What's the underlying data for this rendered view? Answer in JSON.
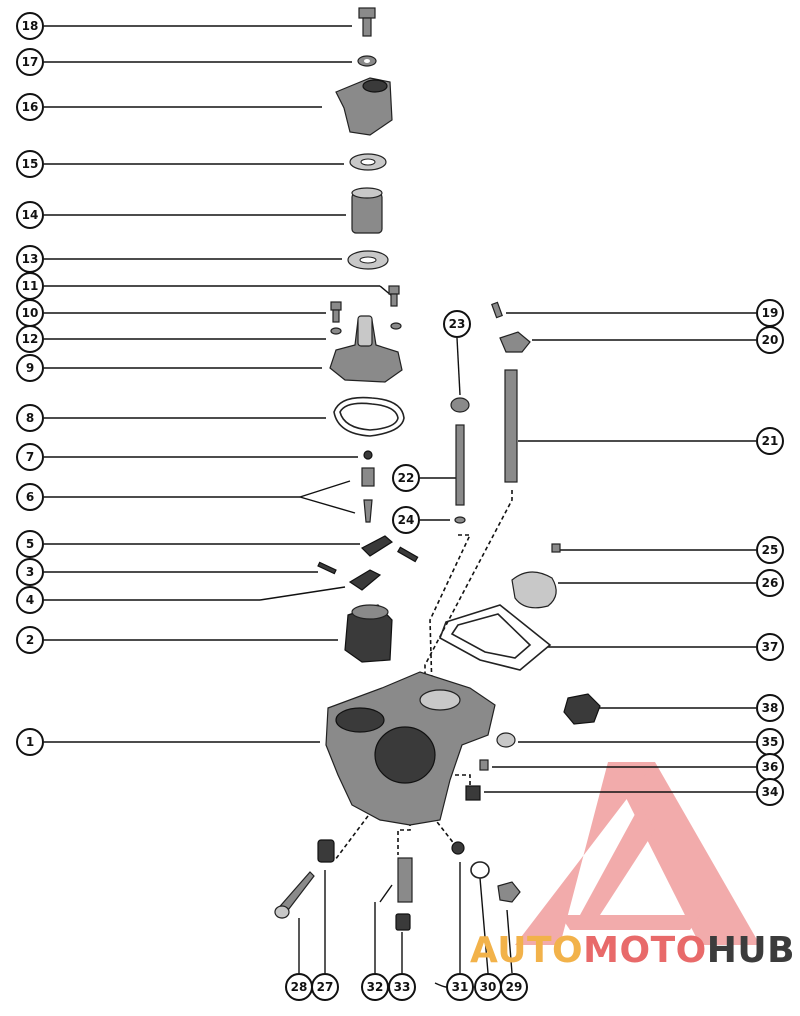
{
  "callouts": {
    "c1": "1",
    "c2": "2",
    "c3": "3",
    "c4": "4",
    "c5": "5",
    "c6": "6",
    "c7": "7",
    "c8": "8",
    "c9": "9",
    "c10": "10",
    "c11": "11",
    "c12": "12",
    "c13": "13",
    "c14": "14",
    "c15": "15",
    "c16": "16",
    "c17": "17",
    "c18": "18",
    "c19": "19",
    "c20": "20",
    "c21": "21",
    "c22": "22",
    "c23": "23",
    "c24": "24",
    "c25": "25",
    "c26": "26",
    "c27": "27",
    "c28": "28",
    "c29": "29",
    "c30": "30",
    "c31": "31",
    "c32": "32",
    "c33": "33",
    "c34": "34",
    "c35": "35",
    "c36": "36",
    "c37": "37",
    "c38": "38"
  },
  "watermark": {
    "part1": "AUTO",
    "part2": "MOTO",
    "part3": "HUB",
    "colors": {
      "auto": "#f2b24a",
      "moto": "#e86a6a",
      "hub": "#3c3c3c",
      "triangle": "#ee8f8f"
    }
  }
}
